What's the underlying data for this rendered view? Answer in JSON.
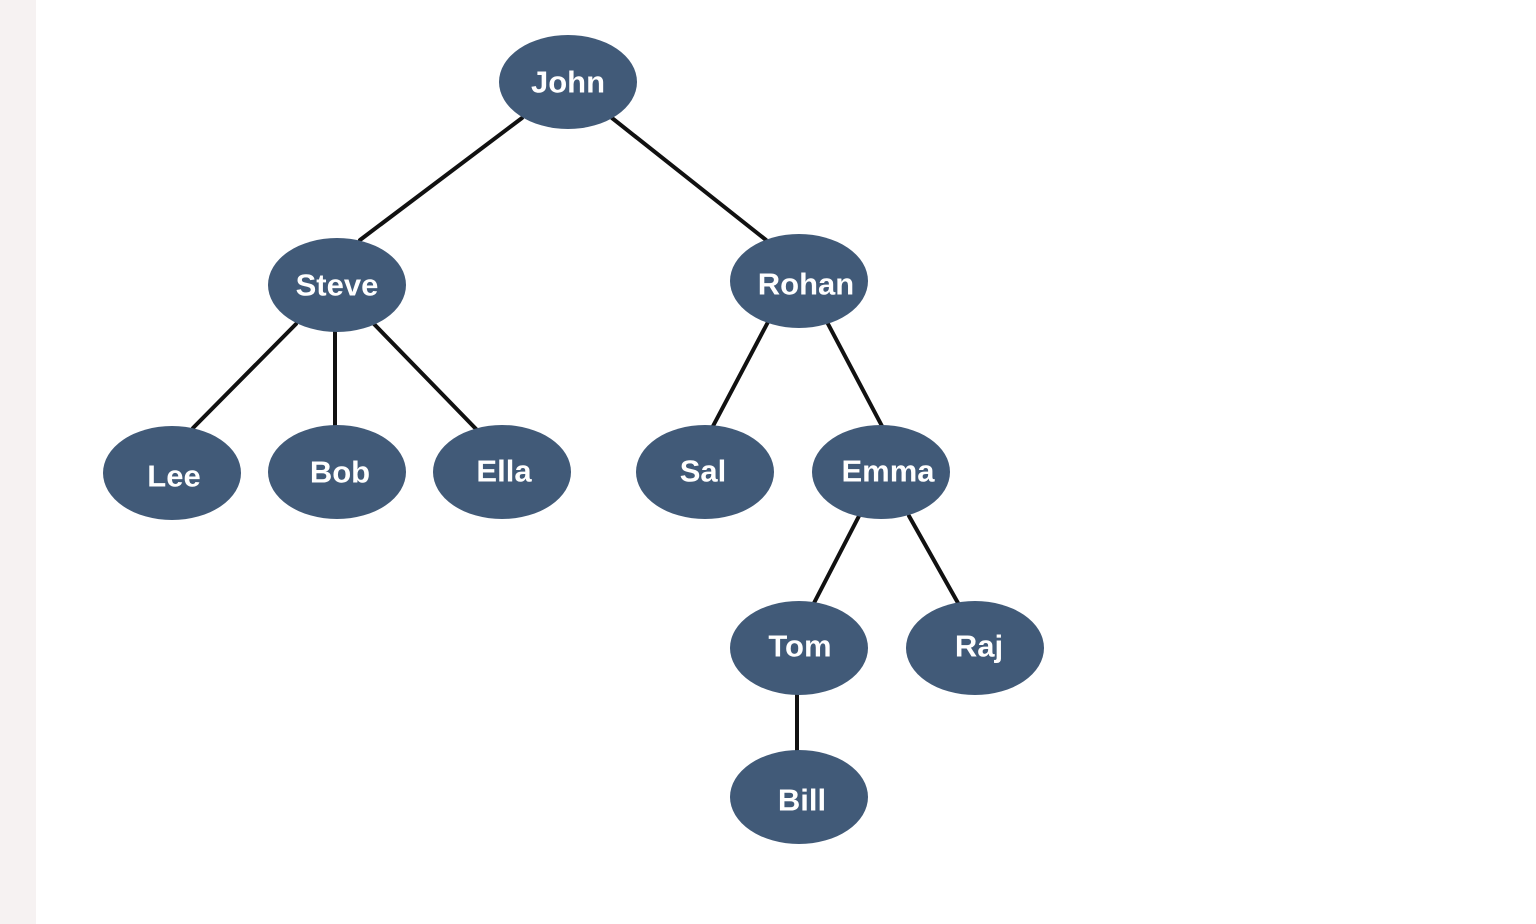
{
  "diagram": {
    "colors": {
      "node_fill": "#415a78",
      "node_text": "#ffffff",
      "edge": "#111111",
      "left_strip": "#f6f2f2",
      "background": "#ffffff"
    },
    "nodes": {
      "john": "John",
      "steve": "Steve",
      "rohan": "Rohan",
      "lee": "Lee",
      "bob": "Bob",
      "ella": "Ella",
      "sal": "Sal",
      "emma": "Emma",
      "tom": "Tom",
      "raj": "Raj",
      "bill": "Bill"
    },
    "edges": [
      [
        "john",
        "steve"
      ],
      [
        "john",
        "rohan"
      ],
      [
        "steve",
        "lee"
      ],
      [
        "steve",
        "bob"
      ],
      [
        "steve",
        "ella"
      ],
      [
        "rohan",
        "sal"
      ],
      [
        "rohan",
        "emma"
      ],
      [
        "emma",
        "tom"
      ],
      [
        "emma",
        "raj"
      ],
      [
        "tom",
        "bill"
      ]
    ]
  }
}
